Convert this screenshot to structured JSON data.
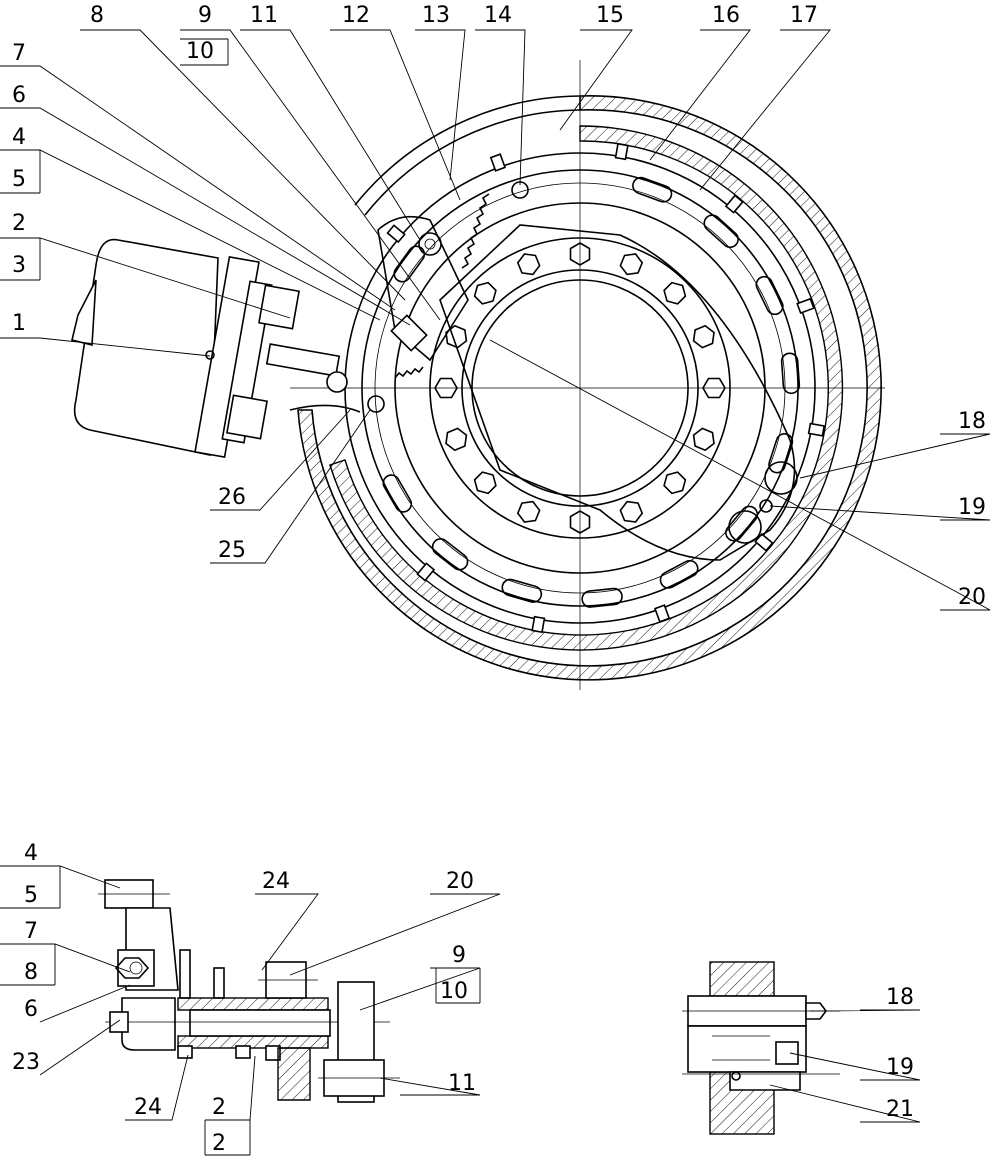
{
  "top_view": {
    "labels": [
      {
        "id": "l8",
        "text": "8"
      },
      {
        "id": "l9",
        "text": "9"
      },
      {
        "id": "l10",
        "text": "10"
      },
      {
        "id": "l11",
        "text": "11"
      },
      {
        "id": "l12",
        "text": "12"
      },
      {
        "id": "l13",
        "text": "13"
      },
      {
        "id": "l14",
        "text": "14"
      },
      {
        "id": "l15",
        "text": "15"
      },
      {
        "id": "l16",
        "text": "16"
      },
      {
        "id": "l17",
        "text": "17"
      },
      {
        "id": "l7",
        "text": "7"
      },
      {
        "id": "l6",
        "text": "6"
      },
      {
        "id": "l4",
        "text": "4"
      },
      {
        "id": "l5",
        "text": "5"
      },
      {
        "id": "l2",
        "text": "2"
      },
      {
        "id": "l3",
        "text": "3"
      },
      {
        "id": "l1",
        "text": "1"
      },
      {
        "id": "l26",
        "text": "26"
      },
      {
        "id": "l25",
        "text": "25"
      },
      {
        "id": "l18",
        "text": "18"
      },
      {
        "id": "l19",
        "text": "19"
      },
      {
        "id": "l20",
        "text": "20"
      }
    ]
  },
  "side_view_left": {
    "labels": [
      {
        "id": "s4",
        "text": "4"
      },
      {
        "id": "s5",
        "text": "5"
      },
      {
        "id": "s7",
        "text": "7"
      },
      {
        "id": "s8",
        "text": "8"
      },
      {
        "id": "s6",
        "text": "6"
      },
      {
        "id": "s23",
        "text": "23"
      },
      {
        "id": "s24a",
        "text": "24"
      },
      {
        "id": "s20",
        "text": "20"
      },
      {
        "id": "s9",
        "text": "9"
      },
      {
        "id": "s10",
        "text": "10"
      },
      {
        "id": "s11",
        "text": "11"
      },
      {
        "id": "s24b",
        "text": "24"
      },
      {
        "id": "s2a",
        "text": "2"
      },
      {
        "id": "s2b",
        "text": "2"
      }
    ]
  },
  "side_view_right": {
    "labels": [
      {
        "id": "r18",
        "text": "18"
      },
      {
        "id": "r19",
        "text": "19"
      },
      {
        "id": "r21",
        "text": "21"
      }
    ]
  }
}
